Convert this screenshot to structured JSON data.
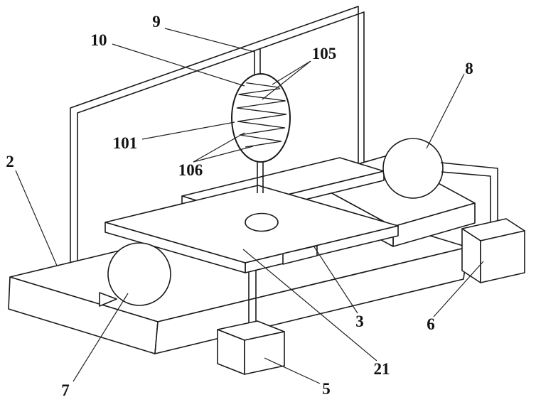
{
  "figure": {
    "description": "Patent-style line drawing: apparatus with coiled heating vessel on a pipe loop, base platform, two plates with a hole, two circular pumps and two collection boxes",
    "background_color": "#ffffff",
    "line_color": "#1a1a1a",
    "labels": [
      {
        "id": "ref-9",
        "text": "9",
        "points_to": "top-pipe-junction"
      },
      {
        "id": "ref-10",
        "text": "10",
        "points_to": "vessel-top"
      },
      {
        "id": "ref-105",
        "text": "105",
        "points_to": "upper-coils"
      },
      {
        "id": "ref-101",
        "text": "101",
        "points_to": "vessel-body"
      },
      {
        "id": "ref-106",
        "text": "106",
        "points_to": "lower-coils"
      },
      {
        "id": "ref-2",
        "text": "2",
        "points_to": "base-platform"
      },
      {
        "id": "ref-8",
        "text": "8",
        "points_to": "right-pump"
      },
      {
        "id": "ref-3",
        "text": "3",
        "points_to": "right-plate"
      },
      {
        "id": "ref-21",
        "text": "21",
        "points_to": "left-plate"
      },
      {
        "id": "ref-6",
        "text": "6",
        "points_to": "right-box"
      },
      {
        "id": "ref-5",
        "text": "5",
        "points_to": "bottom-box"
      },
      {
        "id": "ref-7",
        "text": "7",
        "points_to": "left-pump"
      }
    ]
  }
}
